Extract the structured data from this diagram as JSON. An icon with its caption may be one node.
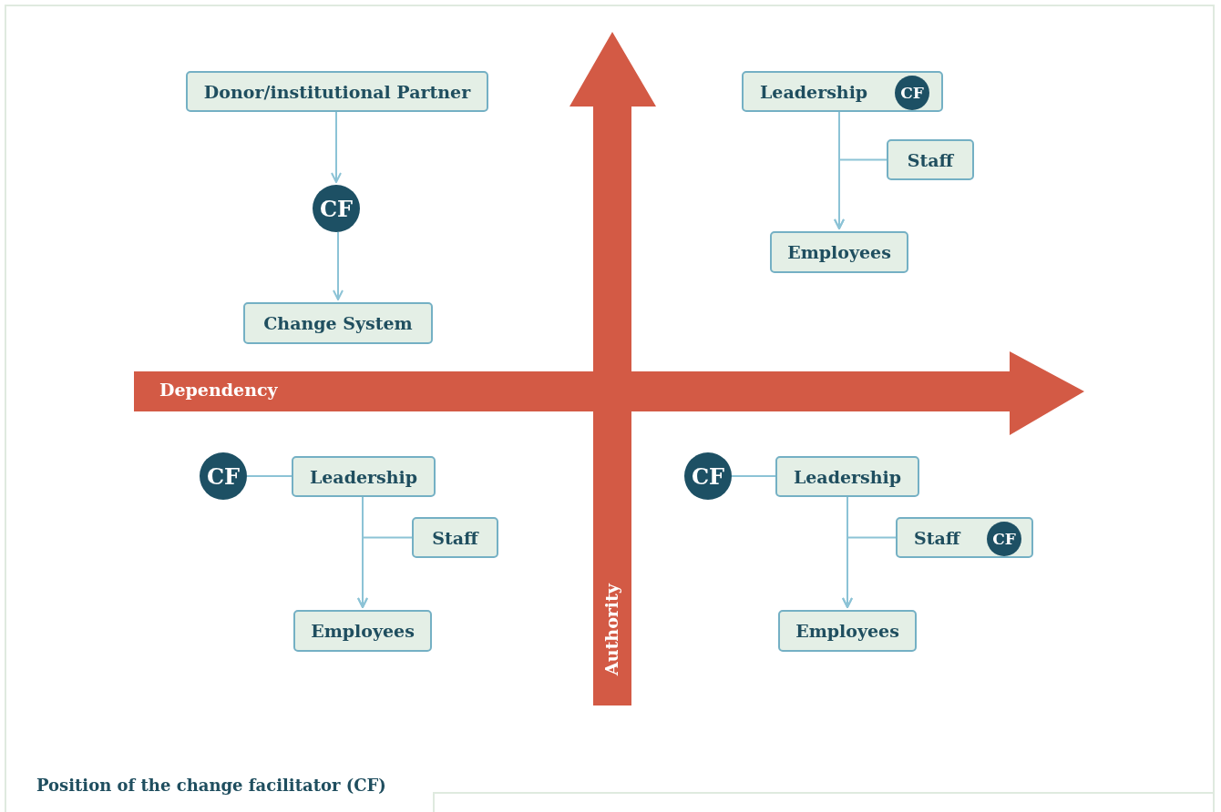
{
  "diagram": {
    "caption": "Position of the change facilitator (CF)",
    "nodes": [
      {
        "text": [
          "Donor/institutional Partner"
        ]
      },
      {
        "text": [
          "CF"
        ]
      },
      {
        "text": [
          "Change System"
        ]
      },
      {
        "text": [
          "Leadership"
        ]
      },
      {
        "text": [
          "CF"
        ],
        "in": 3
      },
      {
        "text": [
          "Staff"
        ]
      },
      {
        "text": [
          "Employees"
        ]
      },
      {
        "text": [
          "CF"
        ]
      },
      {
        "text": [
          "Leadership"
        ]
      },
      {
        "text": [
          "Staff"
        ]
      },
      {
        "text": [
          "Employees"
        ]
      },
      {
        "text": [
          "CF"
        ]
      },
      {
        "text": [
          "Leadership"
        ]
      },
      {
        "text": [
          "Staff"
        ]
      },
      {
        "text": [
          "CF"
        ],
        "in": 13
      },
      {
        "text": [
          "Employees"
        ]
      }
    ],
    "edges": [
      {
        "from": 0,
        "to": 1,
        "arrow": "to"
      },
      {
        "from": 1,
        "to": 2,
        "arrow": "to"
      },
      {
        "from": 3,
        "to": 6,
        "arrow": "to"
      },
      {
        "from": 5,
        "to": 6,
        "arrow": "to"
      },
      {
        "from": 7,
        "to": 8,
        "arrow": "none"
      },
      {
        "from": 8,
        "to": 10,
        "arrow": "to"
      },
      {
        "from": 9,
        "to": 10,
        "arrow": "to"
      },
      {
        "from": 11,
        "to": 12,
        "arrow": "none"
      },
      {
        "from": 12,
        "to": 15,
        "arrow": "to"
      },
      {
        "from": 13,
        "to": 15,
        "arrow": "to"
      }
    ],
    "labels": [
      "Dependency",
      "Authority"
    ]
  }
}
